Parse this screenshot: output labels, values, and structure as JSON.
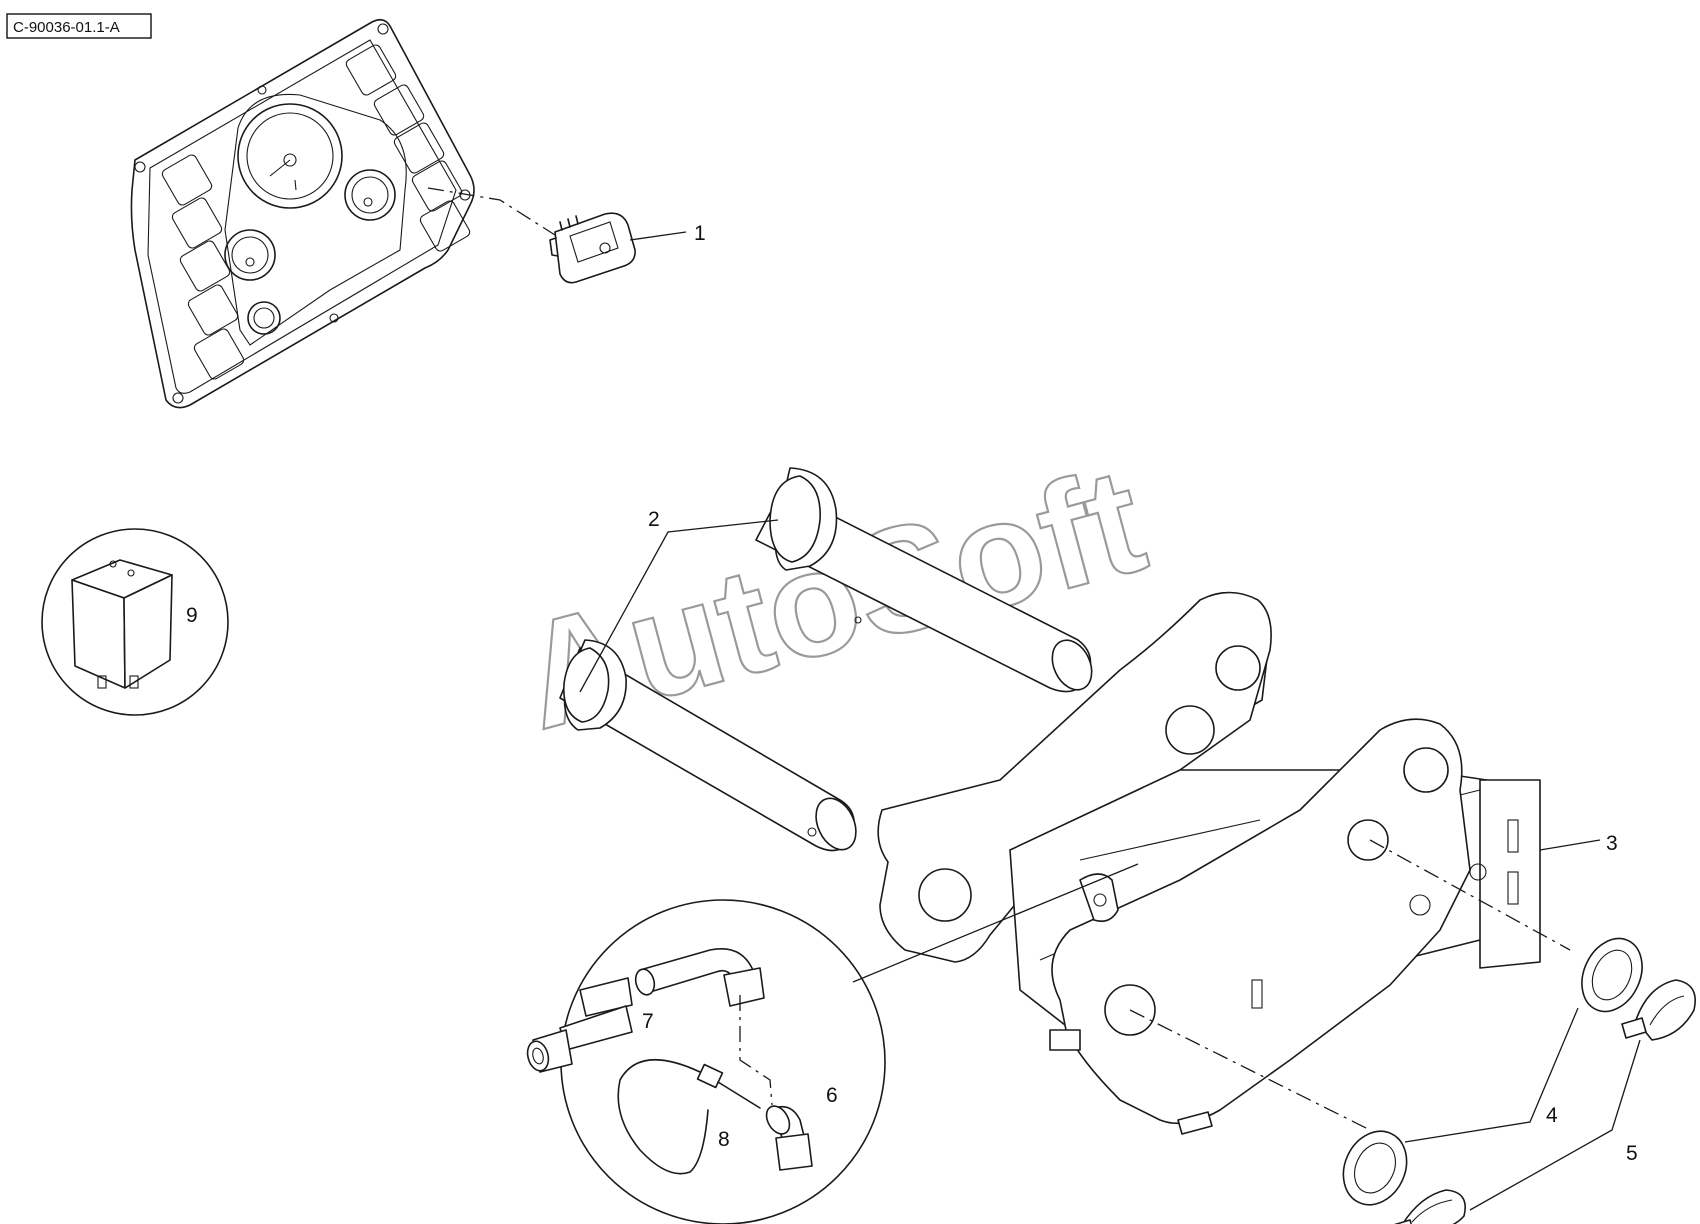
{
  "reference_code": "C-90036-01.1-A",
  "watermark": "AutoSoft",
  "callouts": [
    {
      "id": "1",
      "label": "1"
    },
    {
      "id": "2",
      "label": "2"
    },
    {
      "id": "3",
      "label": "3"
    },
    {
      "id": "4",
      "label": "4"
    },
    {
      "id": "5",
      "label": "5"
    },
    {
      "id": "6",
      "label": "6"
    },
    {
      "id": "7",
      "label": "7"
    },
    {
      "id": "8",
      "label": "8"
    },
    {
      "id": "9",
      "label": "9"
    }
  ],
  "icons": {
    "instrument_panel": "instrument-panel-icon",
    "rocker_switch": "rocker-switch-icon",
    "relay": "relay-icon",
    "pin": "pivot-pin-icon",
    "quick_coupler": "quick-coupler-icon",
    "washer": "washer-icon",
    "retainer": "retainer-clip-icon",
    "hydraulic_fittings": "hydraulic-fitting-icon",
    "cable_tie": "cable-tie-icon"
  }
}
